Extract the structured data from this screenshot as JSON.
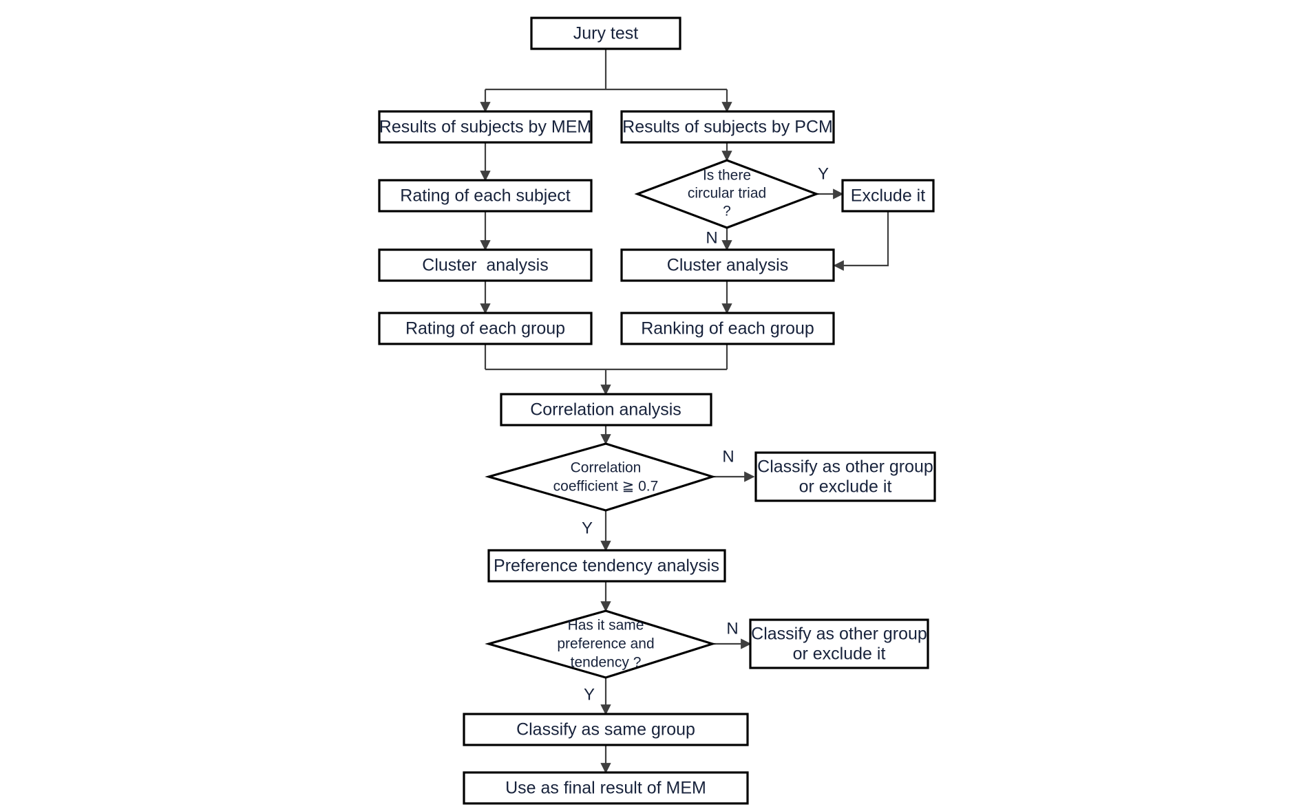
{
  "diagram": {
    "title": "Jury test analysis flowchart",
    "colors": {
      "background": "#ffffff",
      "node_fill": "#ffffff",
      "node_stroke": "#000000",
      "connector_stroke": "#3f3f3f",
      "text": "#17223b"
    },
    "nodes": [
      {
        "id": "jury_test",
        "type": "process",
        "label": "Jury test"
      },
      {
        "id": "results_mem",
        "type": "process",
        "label": "Results of subjects by MEM"
      },
      {
        "id": "results_pcm",
        "type": "process",
        "label": "Results of subjects by PCM"
      },
      {
        "id": "rating_subject",
        "type": "process",
        "label": "Rating of each subject"
      },
      {
        "id": "circular_triad",
        "type": "decision",
        "label_line1": "Is there",
        "label_line2": "circular triad",
        "label_line3": "?"
      },
      {
        "id": "exclude_it",
        "type": "process",
        "label": "Exclude it"
      },
      {
        "id": "cluster_mem",
        "type": "process",
        "label": "Cluster  analysis"
      },
      {
        "id": "cluster_pcm",
        "type": "process",
        "label": "Cluster analysis"
      },
      {
        "id": "rating_group",
        "type": "process",
        "label": "Rating of each group"
      },
      {
        "id": "ranking_group",
        "type": "process",
        "label": "Ranking of each group"
      },
      {
        "id": "correlation",
        "type": "process",
        "label": "Correlation analysis"
      },
      {
        "id": "corr_coeff",
        "type": "decision",
        "label_line1": "Correlation",
        "label_line2": "coefficient ≧ 0.7"
      },
      {
        "id": "classify_other_1",
        "type": "process",
        "label_line1": "Classify as other group",
        "label_line2": "or exclude it"
      },
      {
        "id": "pref_tendency",
        "type": "process",
        "label": "Preference tendency analysis"
      },
      {
        "id": "same_pref",
        "type": "decision",
        "label_line1": "Has it same",
        "label_line2": "preference and",
        "label_line3": "tendency ?"
      },
      {
        "id": "classify_other_2",
        "type": "process",
        "label_line1": "Classify as other group",
        "label_line2": "or exclude it"
      },
      {
        "id": "classify_same",
        "type": "process",
        "label": "Classify as same group"
      },
      {
        "id": "final_result",
        "type": "process",
        "label": "Use as final result of MEM"
      }
    ],
    "branch_labels": {
      "triad_yes": "Y",
      "triad_no": "N",
      "corr_no": "N",
      "corr_yes": "Y",
      "pref_no": "N",
      "pref_yes": "Y"
    }
  }
}
